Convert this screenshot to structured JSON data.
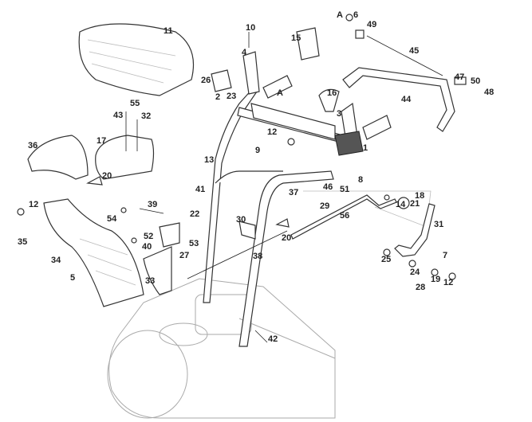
{
  "diagram": {
    "type": "exploded parts diagram",
    "labels": [
      "11",
      "10",
      "A",
      "6",
      "49",
      "15",
      "45",
      "4",
      "26",
      "2",
      "23",
      "A",
      "16",
      "47",
      "50",
      "48",
      "44",
      "3",
      "43",
      "55",
      "32",
      "12",
      "9",
      "1",
      "36",
      "17",
      "13",
      "8",
      "18",
      "41",
      "20",
      "46",
      "51",
      "37",
      "14",
      "21",
      "29",
      "56",
      "12",
      "39",
      "54",
      "22",
      "31",
      "30",
      "20",
      "52",
      "40",
      "53",
      "35",
      "34",
      "38",
      "27",
      "7",
      "25",
      "5",
      "33",
      "24",
      "28",
      "19",
      "12",
      "42"
    ]
  }
}
